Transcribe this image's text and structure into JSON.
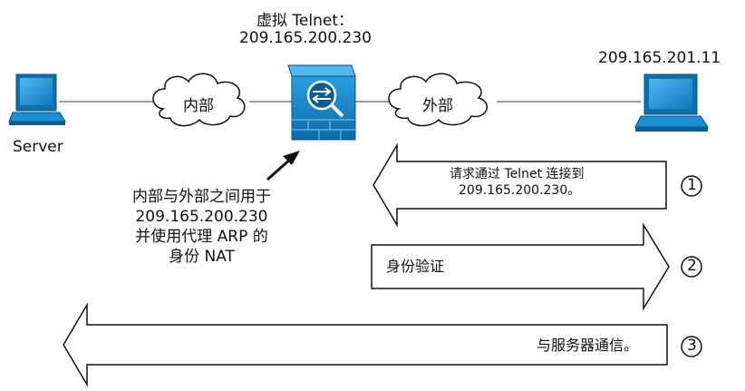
{
  "diagram": {
    "virtual_telnet_title": "虚拟 Telnet：",
    "virtual_telnet_ip": "209.165.200.230",
    "remote_host_ip": "209.165.201.11",
    "server_label": "Server",
    "inside_cloud_label": "内部",
    "outside_cloud_label": "外部",
    "nat_note_lines": [
      "内部与外部之间用于",
      "209.165.200.230",
      "并使用代理 ARP 的",
      "身份 NAT"
    ],
    "steps": [
      {
        "number": "1",
        "lines": [
          "请求通过 Telnet 连接到",
          "209.165.200.230。"
        ]
      },
      {
        "number": "2",
        "lines": [
          "身份验证"
        ]
      },
      {
        "number": "3",
        "lines": [
          "与服务器通信。"
        ]
      }
    ],
    "colors": {
      "device_blue": "#1b8fd3",
      "device_dark": "#0a5e92",
      "line_gray": "#9a9a9a",
      "outline": "#111111"
    },
    "icons": {
      "server": "computer-icon",
      "remote_host": "computer-icon",
      "firewall": "security-appliance-icon"
    }
  }
}
